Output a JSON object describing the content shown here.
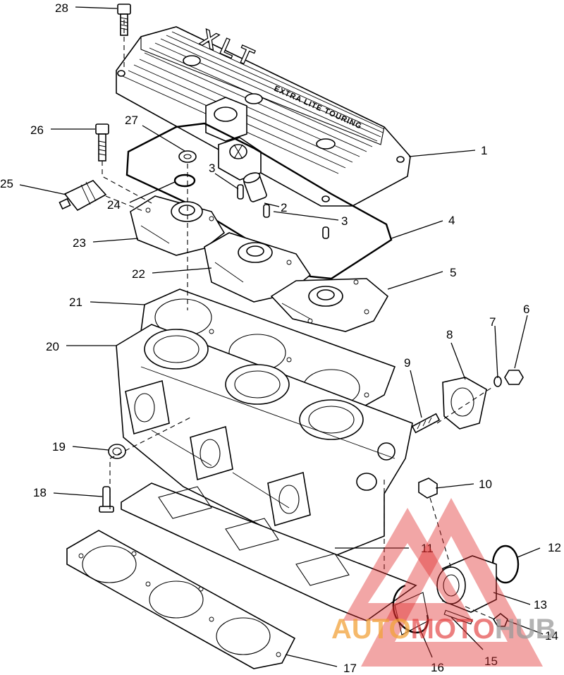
{
  "diagram": {
    "engraving_line1": "XLT",
    "engraving_line2": "EXTRA LITE TOURING",
    "callouts": [
      "1",
      "2",
      "3",
      "3",
      "4",
      "5",
      "6",
      "7",
      "8",
      "9",
      "10",
      "11",
      "12",
      "13",
      "14",
      "15",
      "16",
      "17",
      "18",
      "19",
      "20",
      "21",
      "22",
      "23",
      "24",
      "25",
      "26",
      "27",
      "28"
    ]
  },
  "watermark": {
    "part1": "AUTO",
    "part2": "MOTO",
    "part3": "HUB",
    "colors": {
      "red": "#e02a2a",
      "orange": "#f2a13a",
      "gray": "#9a9a9a"
    }
  }
}
